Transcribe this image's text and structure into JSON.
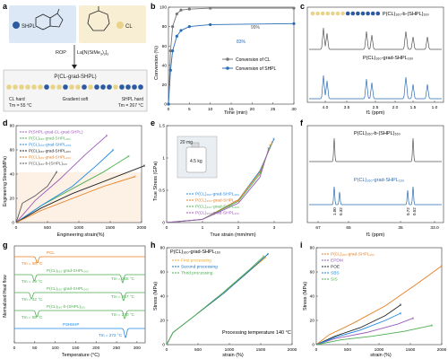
{
  "panel_letters": [
    "a",
    "b",
    "c",
    "d",
    "e",
    "f",
    "g",
    "h",
    "i"
  ],
  "panel_a": {
    "monomer1": "SHPL",
    "monomer2": "CL",
    "reaction_over": "ROP",
    "catalyst": "La[N(SiMe",
    "catalyst_sub1": "3",
    "catalyst_mid": ")",
    "catalyst_sub2": "2",
    "catalyst_end": "]",
    "catalyst_sub3": "3",
    "polymer": "P(CL-grad-SHPL)",
    "seg_left": "CL hard",
    "seg_left_temp": "Tm = 55 °C",
    "seg_mid": "Gradient soft",
    "seg_right": "SHPL hard",
    "seg_right_temp": "Tm = 267 °C"
  },
  "panel_b": {
    "ylabel": "Conversion (%)",
    "xlabel": "Time (min)",
    "ann1": "99%",
    "ann2": "83%",
    "legend": [
      "Conversion of CL",
      "Conversion of SHPL"
    ]
  },
  "panel_c": {
    "label_top": "P(CL)₁₆₀-b-(SHPL)₁₆₀",
    "label_bottom": "P(CL)₁₆₀-grad-SHPL₁₆₀",
    "xlabel": "f1 (ppm)",
    "ticks": [
      "4.0",
      "3.5",
      "2.5",
      "2.0",
      "1.5",
      "1.0"
    ]
  },
  "panel_d": {
    "ylabel": "Engineering Stress(MPa)",
    "xlabel": "Engineering strain(%)",
    "legend": [
      "P(SHPL-grad-CL-grad-SHPL)",
      "P(CL)₁₆₀-grad-SHPL₁₆₀",
      "P(CL)₂₀₀-grad-SHPL₂₀₀",
      "P(CL)₁₆₀-grad-SHPL₁₆₀",
      "P(CL)₁₆₀-grad-SHPL₁₀₀",
      "P(CL)₁₆₀-b-(SHPL)₁₆₀"
    ],
    "colors": [
      "#9b59b6",
      "#4caf50",
      "#1e88e5",
      "#222222",
      "#e67e22",
      "#555555"
    ]
  },
  "panel_e": {
    "ylabel": "True Stress (GPa)",
    "xlabel": "True strain (mm/mm)",
    "inset_mass": "20 mg",
    "inset_scale": "4.5 kg",
    "legend": [
      "P(CL)₁₆₀-grad-SHPL₁₆₀",
      "P(CL)₂₀₀-grad-SHPL₂₀₀",
      "P(CL)₂₀₀-grad-SHPL₁₀₀",
      "P(CL)₁₀₀-grad-SHPL₁₀₀"
    ]
  },
  "panel_f": {
    "label_top": "P(CL)₁₆₀-b-(SHPL)₁₆₀",
    "label_bottom": "P(CL)₁₆₀-grad-SHPL₁₆₀",
    "xlabel": "f1 (ppm)",
    "ticks": [
      "67",
      "65",
      "35",
      "33.0"
    ],
    "int_left": [
      "1.00",
      "0.32"
    ],
    "int_right": [
      "0.72",
      "0.52"
    ]
  },
  "panel_g": {
    "ylabel": "Normalized Heat flow",
    "xlabel": "Temperature (°C)",
    "traces": [
      {
        "name": "PCL",
        "tm": "Tm = 56 °C"
      },
      {
        "name": "P(CL)₁₆₀-grad-SHPL₁₆₀",
        "tm": "Tm = 49 °C",
        "tm2": "Tm = 265 °C"
      },
      {
        "name": "P(CL)₁₆₀-grad-SHPL₂₀₀",
        "tm": "Tm = 42 °C",
        "tm2": "Tm = 267 °C"
      },
      {
        "name": "P(CL)₁₆₀-b-(SHPL)₁₆₀",
        "tm": "Tm = 55 °C",
        "tm2": "Tm = 270 °C"
      },
      {
        "name": "P3HSHP",
        "tm": "Tm = 272 °C"
      }
    ],
    "ticks": [
      "0",
      "50",
      "100",
      "150",
      "200",
      "250",
      "300"
    ]
  },
  "panel_h": {
    "title": "P(CL)₁₆₀-grad-SHPL₁₆₀",
    "legend": [
      "First processing",
      "Second processing",
      "Third processing"
    ],
    "note": "Processing temperature 140 °C",
    "ylabel": "Stress (MPa)",
    "xlabel": "strain (%)",
    "ticks_x": [
      "0",
      "500",
      "1000",
      "1500",
      "2000"
    ],
    "ticks_y": [
      "0",
      "20",
      "40",
      "60",
      "80"
    ]
  },
  "panel_i": {
    "legend": [
      "P(CL)₁₆₀-grad-SHPL₁₆₀",
      "EPDM",
      "POE",
      "SBS",
      "SIS"
    ],
    "colors": [
      "#e67e22",
      "#9b59b6",
      "#222222",
      "#1e88e5",
      "#4caf50"
    ],
    "ylabel": "Stress (MPa)",
    "xlabel": "strain (%)",
    "ticks_x": [
      "0",
      "500",
      "1000",
      "1500",
      "2000"
    ],
    "ticks_y": [
      "0",
      "20",
      "40",
      "60",
      "80"
    ]
  },
  "chart_data": [
    {
      "type": "line",
      "panel": "b",
      "xlabel": "Time (min)",
      "ylabel": "Conversion (%)",
      "xlim": [
        0,
        30
      ],
      "ylim": [
        0,
        100
      ],
      "series": [
        {
          "name": "Conversion of CL",
          "x": [
            0,
            0.5,
            1,
            2,
            3,
            5,
            10,
            30
          ],
          "values": [
            0,
            55,
            80,
            93,
            97,
            98,
            99,
            99
          ]
        },
        {
          "name": "Conversion of SHPL",
          "x": [
            0,
            0.5,
            1,
            2,
            3,
            5,
            10,
            30
          ],
          "values": [
            0,
            35,
            55,
            70,
            76,
            80,
            82,
            83
          ]
        }
      ]
    },
    {
      "type": "line",
      "panel": "d",
      "xlabel": "Engineering strain(%)",
      "ylabel": "Engineering Stress(MPa)",
      "xlim": [
        0,
        2000
      ],
      "ylim": [
        0,
        80
      ],
      "series": [
        {
          "name": "P(SHPL-grad-CL-grad-SHPL)",
          "x": [
            0,
            300,
            700,
            1100,
            1450
          ],
          "values": [
            0,
            18,
            36,
            56,
            72
          ]
        },
        {
          "name": "P(CL)₁₆₀-grad-SHPL₁₆₀",
          "x": [
            0,
            400,
            900,
            1400,
            1800
          ],
          "values": [
            0,
            14,
            28,
            42,
            55
          ]
        },
        {
          "name": "P(CL)₂₀₀-grad-SHPL₂₀₀",
          "x": [
            0,
            400,
            900,
            1300,
            1550
          ],
          "values": [
            0,
            14,
            30,
            48,
            60
          ]
        },
        {
          "name": "P(CL)₁₆₀-grad-SHPL₁₆₀",
          "x": [
            0,
            400,
            900,
            1500,
            2050
          ],
          "values": [
            0,
            12,
            24,
            36,
            47
          ]
        },
        {
          "name": "P(CL)₁₆₀-grad-SHPL₁₀₀",
          "x": [
            0,
            400,
            900,
            1400,
            1900
          ],
          "values": [
            0,
            10,
            20,
            30,
            38
          ]
        },
        {
          "name": "P(CL)₁₆₀-b-(SHPL)₁₆₀",
          "x": [
            0,
            100,
            300,
            500,
            650
          ],
          "values": [
            0,
            16,
            22,
            30,
            42
          ]
        }
      ]
    },
    {
      "type": "line",
      "panel": "h",
      "xlabel": "strain (%)",
      "ylabel": "Stress (MPa)",
      "xlim": [
        0,
        2000
      ],
      "ylim": [
        0,
        80
      ],
      "series": [
        {
          "name": "First processing",
          "x": [
            0,
            100,
            400,
            900,
            1300,
            1580
          ],
          "values": [
            0,
            10,
            22,
            42,
            60,
            72
          ]
        },
        {
          "name": "Second processing",
          "x": [
            0,
            100,
            400,
            900,
            1300,
            1620
          ],
          "values": [
            0,
            10,
            22,
            42,
            60,
            75
          ]
        },
        {
          "name": "Third processing",
          "x": [
            0,
            100,
            400,
            900,
            1300,
            1550
          ],
          "values": [
            0,
            10,
            22,
            43,
            61,
            73
          ]
        }
      ]
    },
    {
      "type": "line",
      "panel": "i",
      "xlabel": "strain (%)",
      "ylabel": "Stress (MPa)",
      "xlim": [
        0,
        2000
      ],
      "ylim": [
        0,
        80
      ],
      "series": [
        {
          "name": "P(CL)₁₆₀-grad-SHPL₁₆₀",
          "x": [
            0,
            200,
            600,
            1100,
            1600,
            2000
          ],
          "values": [
            0,
            8,
            18,
            32,
            50,
            65
          ]
        },
        {
          "name": "EPDM",
          "x": [
            0,
            300,
            800,
            1300,
            1550
          ],
          "values": [
            0,
            5,
            10,
            17,
            22
          ]
        },
        {
          "name": "POE",
          "x": [
            0,
            300,
            700,
            1100,
            1350
          ],
          "values": [
            0,
            7,
            14,
            24,
            33
          ]
        },
        {
          "name": "SBS",
          "x": [
            0,
            300,
            700,
            1100,
            1350
          ],
          "values": [
            0,
            6,
            12,
            20,
            26
          ]
        },
        {
          "name": "SIS",
          "x": [
            0,
            400,
            900,
            1400,
            1850
          ],
          "values": [
            0,
            4,
            7,
            11,
            16
          ]
        }
      ]
    },
    {
      "type": "line",
      "panel": "e",
      "xlabel": "True strain (mm/mm)",
      "ylabel": "True Stress (GPa)",
      "xlim": [
        0,
        3.5
      ],
      "ylim": [
        0,
        1.5
      ],
      "series": [
        {
          "name": "P(CL)₁₆₀-grad-SHPL₁₆₀",
          "x": [
            0,
            1,
            2,
            2.6,
            3.0
          ],
          "values": [
            0,
            0.05,
            0.35,
            0.8,
            1.3
          ]
        },
        {
          "name": "P(CL)₂₀₀-grad-SHPL₂₀₀",
          "x": [
            0,
            1,
            2,
            2.6,
            2.95
          ],
          "values": [
            0,
            0.05,
            0.35,
            0.78,
            1.25
          ]
        },
        {
          "name": "P(CL)₂₀₀-grad-SHPL₁₀₀",
          "x": [
            0,
            1,
            2,
            2.6,
            2.9
          ],
          "values": [
            0,
            0.05,
            0.33,
            0.75,
            1.2
          ]
        },
        {
          "name": "P(CL)₁₀₀-grad-SHPL₁₀₀",
          "x": [
            0,
            1,
            2,
            2.6,
            2.85
          ],
          "values": [
            0,
            0.05,
            0.3,
            0.7,
            1.15
          ]
        }
      ]
    }
  ]
}
